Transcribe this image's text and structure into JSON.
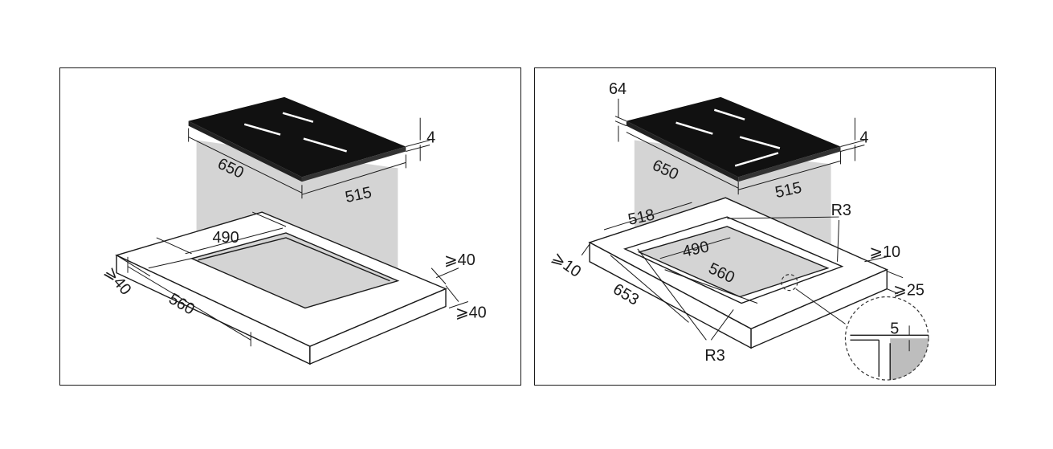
{
  "left_panel": {
    "labels": {
      "thickness": "4",
      "hob_width": "650",
      "hob_depth": "515",
      "cutout_width": "490",
      "cutout_length": "560",
      "min_front_clearance": "⩾40",
      "min_side_clearance": "⩾40",
      "min_back_clearance": "⩾40"
    }
  },
  "right_panel": {
    "labels": {
      "top_height": "64",
      "thickness": "4",
      "hob_width": "650",
      "hob_depth": "515",
      "recess_width": "518",
      "recess_length": "653",
      "cutout_width": "490",
      "cutout_length": "560",
      "radius_top": "R3",
      "radius_bottom": "R3",
      "min_back": "⩾10",
      "min_side": "⩾25",
      "min_front": "⩾10",
      "detail_depth": "5"
    }
  },
  "colors": {
    "line": "#1a1a1a",
    "hob_glass": "#111111",
    "shadow_area": "#d4d4d4",
    "detail_fill": "#bdbdbd"
  }
}
